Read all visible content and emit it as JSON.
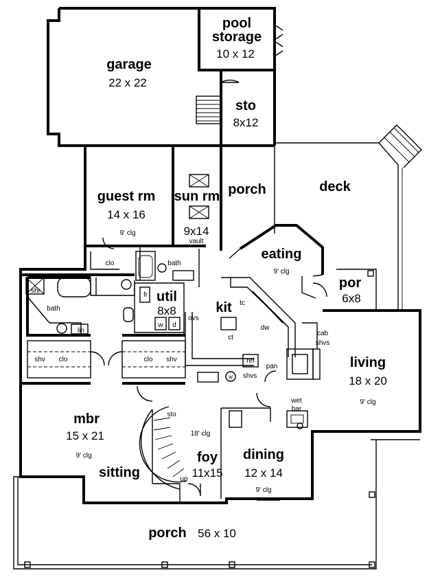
{
  "rooms": {
    "pool_storage": {
      "line1": "pool",
      "line2": "storage",
      "dim": "10 x 12"
    },
    "garage": {
      "name": "garage",
      "dim": "22 x 22"
    },
    "sto_upper": {
      "name": "sto",
      "dim": "8x12"
    },
    "deck": {
      "name": "deck"
    },
    "guest_rm": {
      "name": "guest rm",
      "dim": "14 x 16",
      "clg": "9' clg"
    },
    "sun_rm": {
      "name": "sun rm",
      "dim": "9x14",
      "note": "vault"
    },
    "porch_side": {
      "name": "porch"
    },
    "eating": {
      "name": "eating",
      "clg": "9' clg"
    },
    "por": {
      "name": "por",
      "dim": "6x8"
    },
    "util": {
      "name": "util",
      "dim": "8x8"
    },
    "kit": {
      "name": "kit"
    },
    "living": {
      "name": "living",
      "dim": "18 x 20",
      "clg": "9' clg"
    },
    "mbr": {
      "name": "mbr",
      "dim": "15 x 21",
      "clg": "9' clg"
    },
    "sitting": {
      "name": "sitting"
    },
    "foy": {
      "name": "foy",
      "dim": "11x15",
      "clg": "18' clg"
    },
    "dining": {
      "name": "dining",
      "dim": "12 x 14",
      "clg": "9' clg"
    },
    "porch_front": {
      "name": "porch",
      "dim": "56 x 10"
    }
  },
  "fixtures": {
    "clo_guest": "clo",
    "bath_guest": "bath",
    "shr": "shr",
    "bath_master": "bath",
    "lin": "lin",
    "shv_left": "shv",
    "clo_left": "clo",
    "clo_right": "clo",
    "shv_right": "shv",
    "fr": "fr",
    "w": "w",
    "d": "d",
    "ovs": "ovs",
    "tc": "tc",
    "dw": "dw",
    "ct": "ct",
    "cab": "cab",
    "shvs_fire": "shvs",
    "pan": "pan",
    "ref": "ref",
    "w_small": "w",
    "shvs_kit": "shvs",
    "wet": "wet",
    "bar": "bar",
    "sto_stair": "sto",
    "up": "up"
  }
}
